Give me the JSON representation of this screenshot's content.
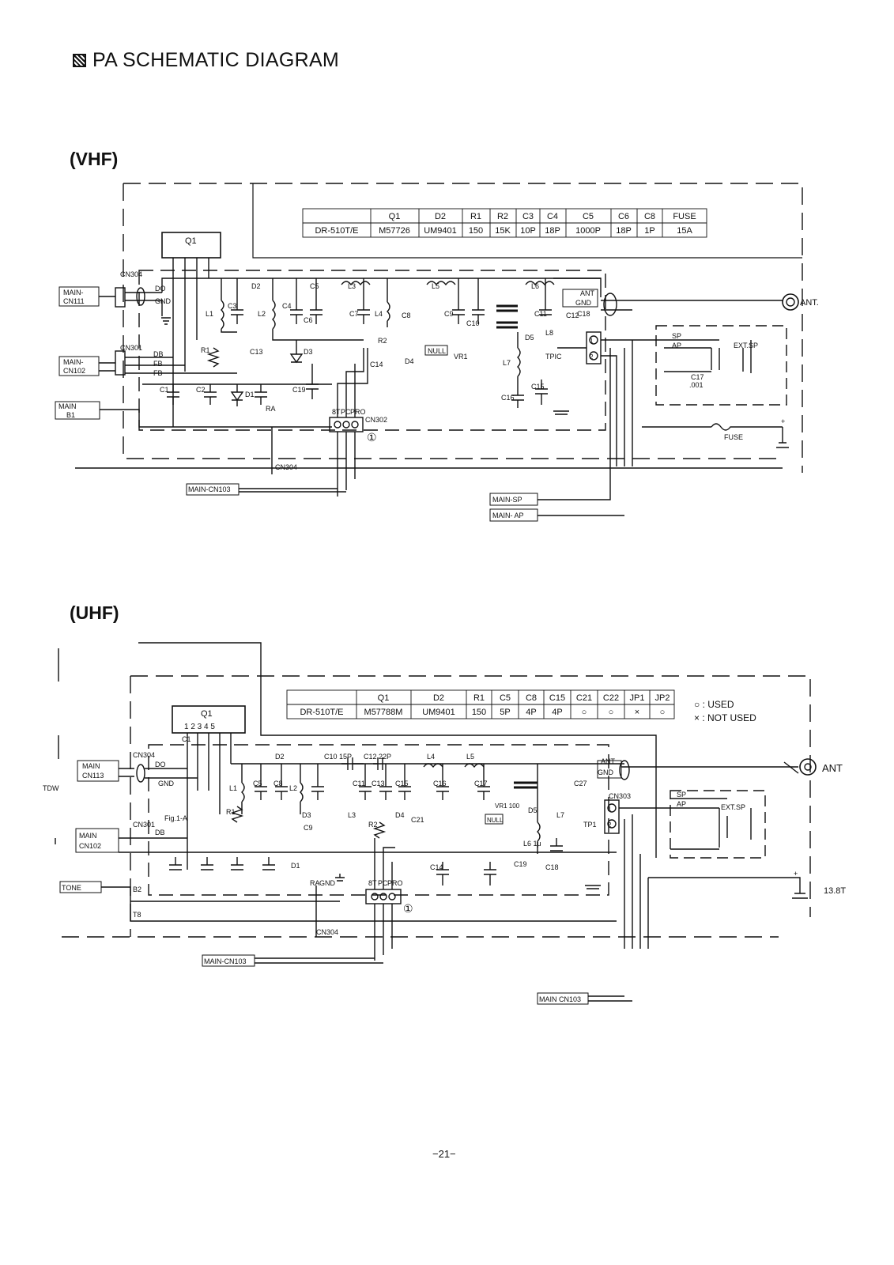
{
  "page": {
    "title": "PA SCHEMATIC DIAGRAM",
    "page_number": "−21−"
  },
  "vhf": {
    "label": "(VHF)",
    "table": {
      "headers": [
        "",
        "Q1",
        "D2",
        "R1",
        "R2",
        "C3",
        "C4",
        "C5",
        "C6",
        "C8",
        "FUSE"
      ],
      "row": [
        "DR-510T/E",
        "M57726",
        "UM9401",
        "150",
        "15K",
        "10P",
        "18P",
        "1000P",
        "18P",
        "1P",
        "15A"
      ]
    },
    "labels": {
      "q1": "Q1",
      "cn304_top": "CN304",
      "cn304_bottom": "CN304",
      "cn301": "CN301",
      "cn302": "CN302",
      "main_cn111": "MAIN-\nCN111",
      "main_cn102": "MAIN-\nCN102",
      "main_b1": "MAIN\nB1",
      "main_cn103": "MAIN-CN103",
      "main_sp": "MAIN-SP",
      "main_ap": "MAIN- AP",
      "do": "DO",
      "gnd": "GND",
      "db": "DB",
      "fb1": "FB",
      "fb2": "FB",
      "ant_box": "ANT",
      "gnd_box": "GND",
      "sp": "SP",
      "ap": "AP",
      "ext_sp": "EXT.SP",
      "ant": "ANT.",
      "fuse": "FUSE",
      "tpic": "TPIC",
      "null": "NULL",
      "d2": "D2",
      "c5": "C5",
      "l3": "L3",
      "l5": "L5",
      "l6": "L6",
      "l1": "L1",
      "l2": "L2",
      "l4": "L4",
      "l7": "L7",
      "l8": "L8",
      "c3": "C3",
      "c4": "C4",
      "c6": "C6",
      "c7": "C7",
      "c8": "C8",
      "c9": "C9",
      "c10": "C10",
      "c11": "C11",
      "c12": "C12",
      "c13": "C13",
      "c14": "C14",
      "c15": "C15",
      "c16": "C16",
      "c17": "C17",
      "c17_val": ".001",
      "c18": "C18",
      "c19": "C19",
      "c1": "C1",
      "c2": "C2",
      "r1": "R1",
      "r2": "R2",
      "d1": "D1",
      "d3": "D3",
      "d4": "D4",
      "d5": "D5",
      "vr1": "VR1",
      "ra": "RA",
      "bt": "8T",
      "pc": "PC",
      "pro": "PRO",
      "circ1": "①",
      "circ2": "②",
      "plus": "+"
    }
  },
  "uhf": {
    "label": "(UHF)",
    "table": {
      "headers": [
        "",
        "Q1",
        "D2",
        "R1",
        "C5",
        "C8",
        "C15",
        "C21",
        "C22",
        "JP1",
        "JP2"
      ],
      "row": [
        "DR-510T/E",
        "M57788M",
        "UM9401",
        "150",
        "5P",
        "4P",
        "4P",
        "○",
        "○",
        "×",
        "○"
      ]
    },
    "legend": {
      "used": "○ : USED",
      "not_used": "× : NOT USED"
    },
    "labels": {
      "q1": "Q1",
      "q1_pins": "1 2 3 4 5",
      "cn304_top": "CN304",
      "cn304_bottom": "CN304",
      "cn301": "CN301",
      "cn303": "CN303",
      "main_cn113": "MAIN\nCN113",
      "main_cn102": "MAIN\nCN102",
      "tone": "TONE",
      "tdw": "TDW",
      "main_cn103_a": "MAIN-CN103",
      "main_cn103_b": "MAIN CN103",
      "do": "DO",
      "gnd": "GND",
      "db": "DB",
      "b2": "B2",
      "t8": "T8",
      "fig": "Fig.1-A",
      "ant_box": "ANT",
      "gnd_box": "GND",
      "sp": "SP",
      "ap": "AP",
      "ext_sp": "EXT.SP",
      "ant": "ANT",
      "v138": "13.8T",
      "null": "NULL",
      "tp1": "TP1",
      "d2": "D2",
      "c10": "C10 15P",
      "c12": "C12 22P",
      "l4": "L4",
      "l5": "L5",
      "l1": "L1",
      "l2": "L2",
      "l3": "L3",
      "l6": "L6 1μ",
      "l7": "L7",
      "c1": "C1",
      "c5": "C5",
      "c8": "C8",
      "c9": "C9",
      "c11": "C11",
      "c13": "C13",
      "c14": "C14",
      "c15": "C15",
      "c16": "C16",
      "c17": "C17",
      "c18": "C18",
      "c19": "C19",
      "c21": "C21",
      "c27": "C27",
      "r1": "R1",
      "r2": "R2",
      "d1": "D1",
      "d3": "D3",
      "d4": "D4",
      "d5": "D5",
      "vr1": "VR1 100",
      "ra": "RA",
      "gnd2": "GND",
      "bt": "8T",
      "pc": "PC",
      "pro": "PRO",
      "circ1": "①",
      "circ2": "②",
      "plus": "+"
    }
  }
}
